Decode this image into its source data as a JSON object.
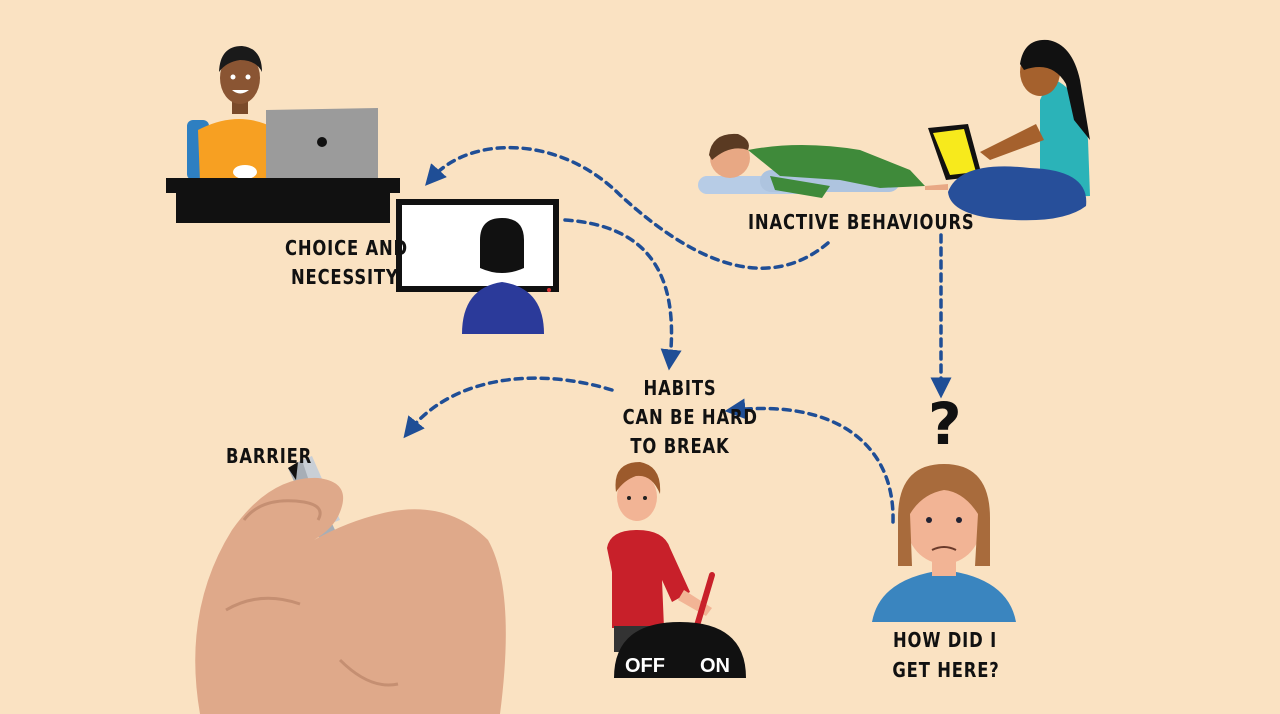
{
  "labels": {
    "choice": "CHOICE AND",
    "necessity": "NECESSITY",
    "inactive": "INACTIVE BEHAVIOURS",
    "habits_1": "HABITS",
    "habits_2": "CAN BE HARD",
    "habits_3": "TO BREAK",
    "barrier": "BARRIER",
    "how_1": "HOW DID I",
    "how_2": "GET HERE?",
    "question_mark": "?"
  },
  "switch": {
    "off": "OFF",
    "on": "ON"
  },
  "colors": {
    "background": "#fae2c2",
    "arrow": "#1f4e96",
    "orange_shirt": "#f7a022",
    "laptop_grey": "#9b9b9b",
    "green_clothes": "#3f8a3a",
    "teal_top": "#2bb3b8",
    "blue_pants": "#274f9a",
    "red_shirt": "#c8202a",
    "blue_top": "#3a85bf"
  }
}
